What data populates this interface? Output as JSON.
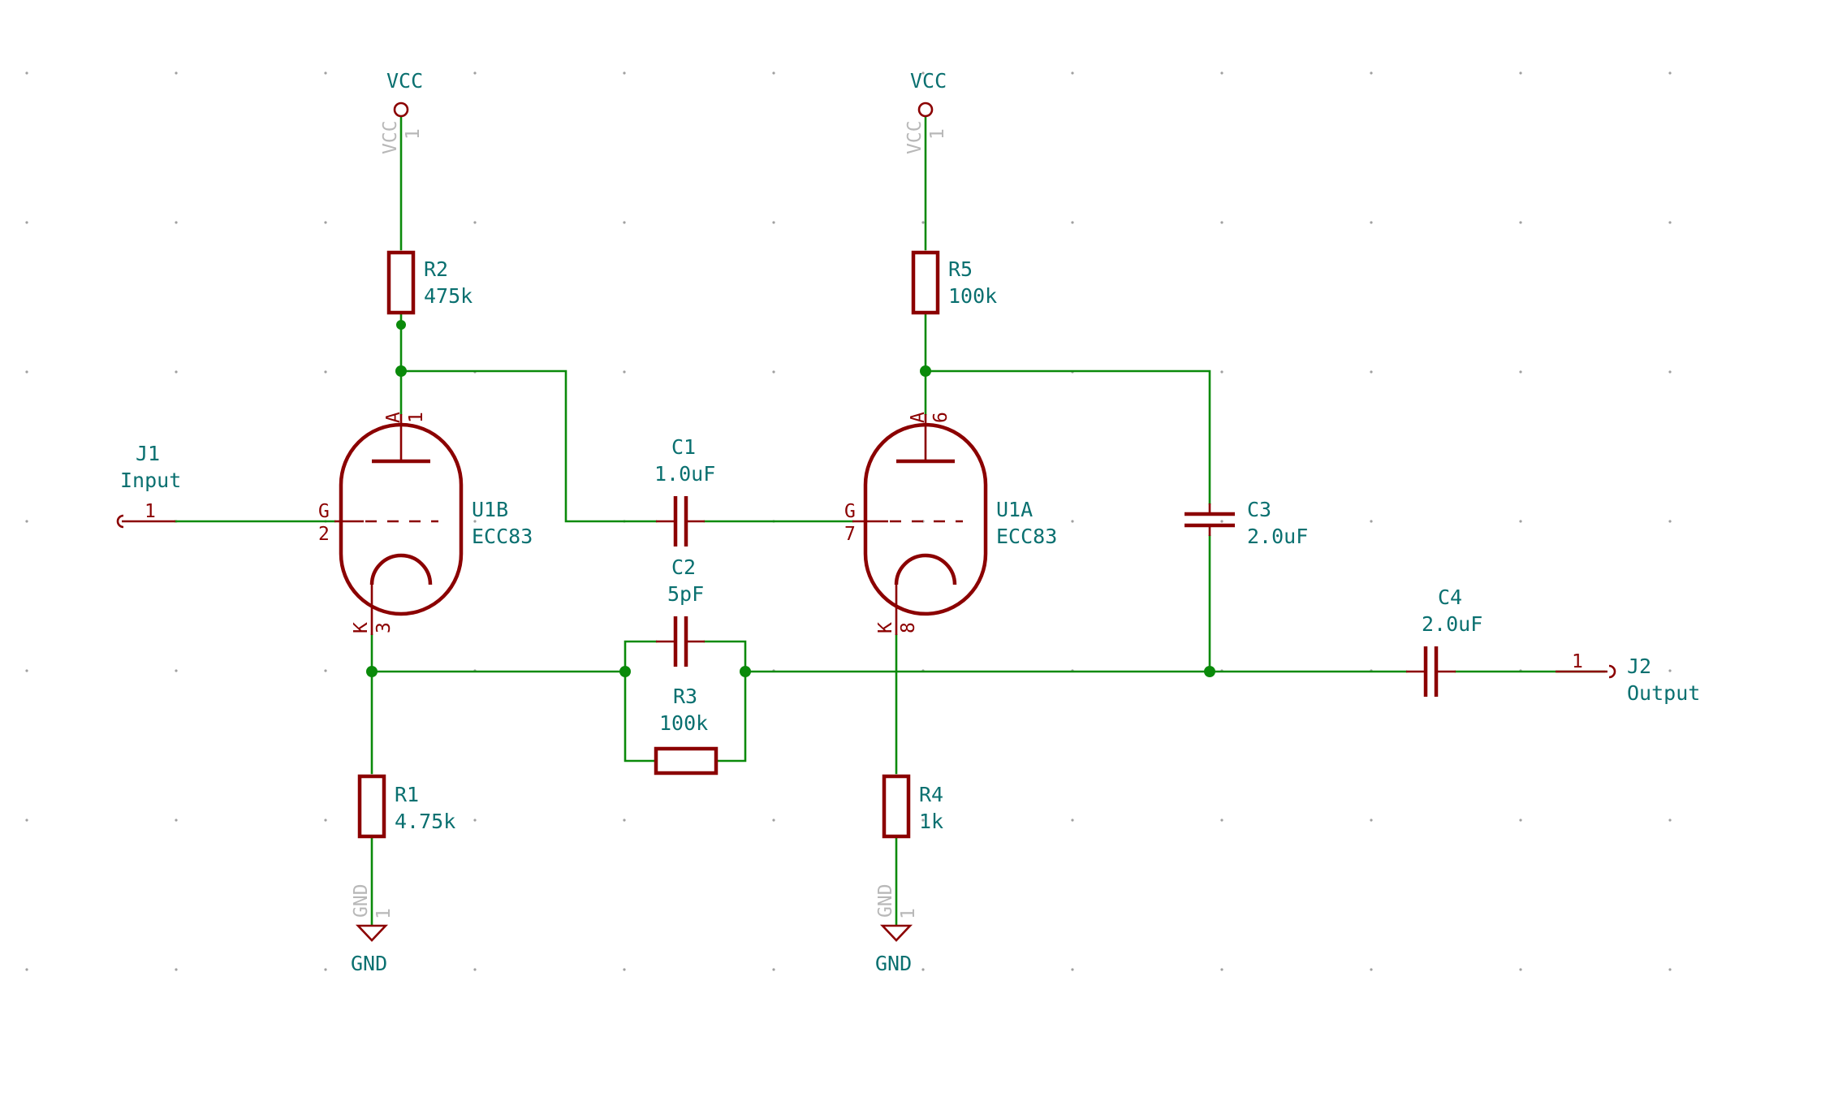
{
  "components": {
    "r1": {
      "ref": "R1",
      "value": "4.75k"
    },
    "r2": {
      "ref": "R2",
      "value": "475k"
    },
    "r3": {
      "ref": "R3",
      "value": "100k"
    },
    "r4": {
      "ref": "R4",
      "value": "1k"
    },
    "r5": {
      "ref": "R5",
      "value": "100k"
    },
    "c1": {
      "ref": "C1",
      "value": "1.0uF"
    },
    "c2": {
      "ref": "C2",
      "value": "5pF"
    },
    "c3": {
      "ref": "C3",
      "value": "2.0uF"
    },
    "c4": {
      "ref": "C4",
      "value": "2.0uF"
    },
    "u1b": {
      "ref": "U1B",
      "value": "ECC83",
      "pin_a": "1",
      "pin_g": "2",
      "pin_k": "3"
    },
    "u1a": {
      "ref": "U1A",
      "value": "ECC83",
      "pin_a": "6",
      "pin_g": "7",
      "pin_k": "8"
    },
    "j1": {
      "ref": "J1",
      "value": "Input",
      "pin": "1"
    },
    "j2": {
      "ref": "J2",
      "value": "Output",
      "pin": "1"
    }
  },
  "pin_letters": {
    "anode": "A",
    "grid": "G",
    "cathode": "K"
  },
  "power": {
    "vcc_label": "VCC",
    "gnd_label": "GND",
    "vcc_pin_name": "VCC",
    "gnd_pin_name": "GND",
    "power_pin_number": "1"
  },
  "colors": {
    "wire": "#0a8a0a",
    "component": "#8b0000",
    "label": "#0a7070",
    "hidden_pin": "#b8b8b8"
  }
}
